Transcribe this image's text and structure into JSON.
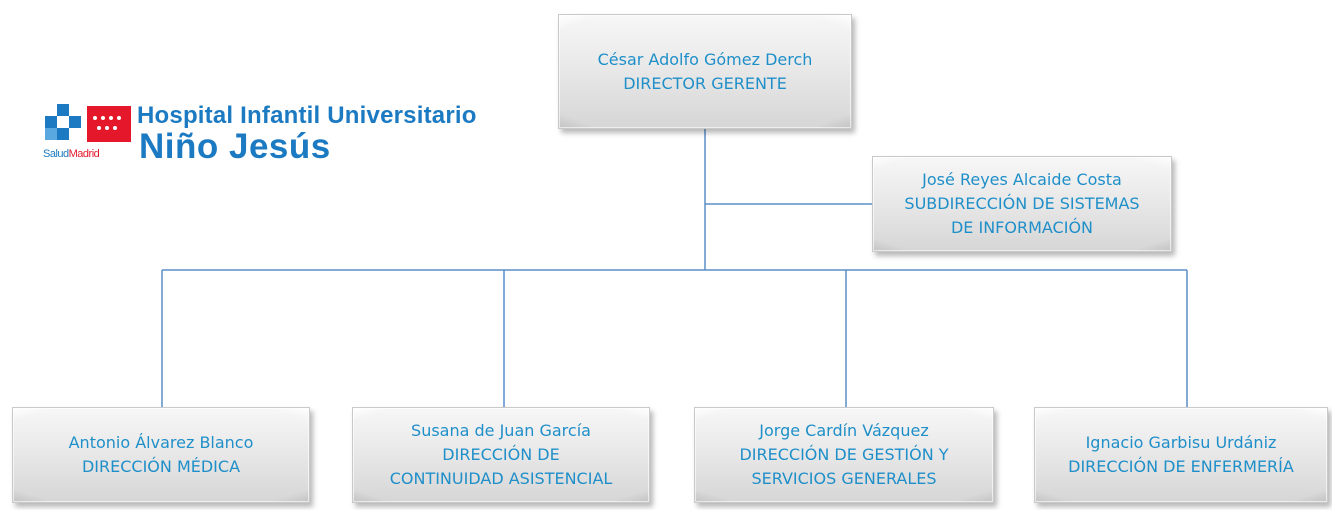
{
  "logo": {
    "line1": "Hospital Infantil Universitario",
    "line2": "Niño Jesús",
    "sub_salud": "Salud",
    "sub_madrid": "Madrid"
  },
  "nodes": {
    "director": {
      "name": "César Adolfo Gómez Derch",
      "role_lines": [
        "DIRECTOR GERENTE"
      ]
    },
    "subdireccion_sistemas": {
      "name": "José Reyes Alcaide Costa",
      "role_lines": [
        "SUBDIRECCIÓN DE SISTEMAS",
        "DE INFORMACIÓN"
      ]
    },
    "direccion_medica": {
      "name": "Antonio Álvarez Blanco",
      "role_lines": [
        "DIRECCIÓN MÉDICA"
      ]
    },
    "direccion_continuidad": {
      "name": "Susana de Juan García",
      "role_lines": [
        "DIRECCIÓN DE",
        "CONTINUIDAD ASISTENCIAL"
      ]
    },
    "direccion_gestion": {
      "name": "Jorge Cardín Vázquez",
      "role_lines": [
        "DIRECCIÓN DE GESTIÓN Y",
        "SERVICIOS GENERALES"
      ]
    },
    "direccion_enfermeria": {
      "name": "Ignacio Garbisu Urdániz",
      "role_lines": [
        "DIRECCIÓN DE ENFERMERÍA"
      ]
    }
  },
  "colors": {
    "text": "#1f8fc9",
    "connector": "#5b8fc7",
    "logo_blue": "#1b7ac2",
    "logo_red": "#e4172b"
  }
}
